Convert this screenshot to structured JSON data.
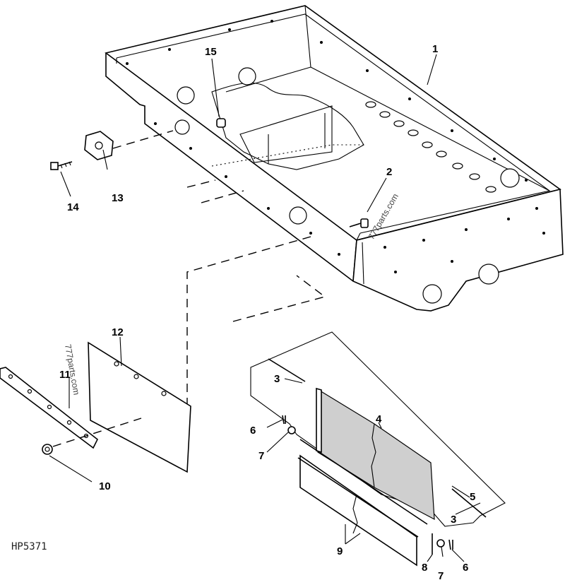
{
  "figure_id": "HP5371",
  "watermarks": [
    "777parts.com",
    "777parts.com"
  ],
  "callouts": {
    "c1": "1",
    "c2": "2",
    "c3a": "3",
    "c3b": "3",
    "c4": "4",
    "c5": "5",
    "c6a": "6",
    "c6b": "6",
    "c7a": "7",
    "c7b": "7",
    "c8": "8",
    "c9": "9",
    "c10": "10",
    "c11": "11",
    "c12": "12",
    "c13": "13",
    "c14": "14",
    "c15": "15"
  }
}
